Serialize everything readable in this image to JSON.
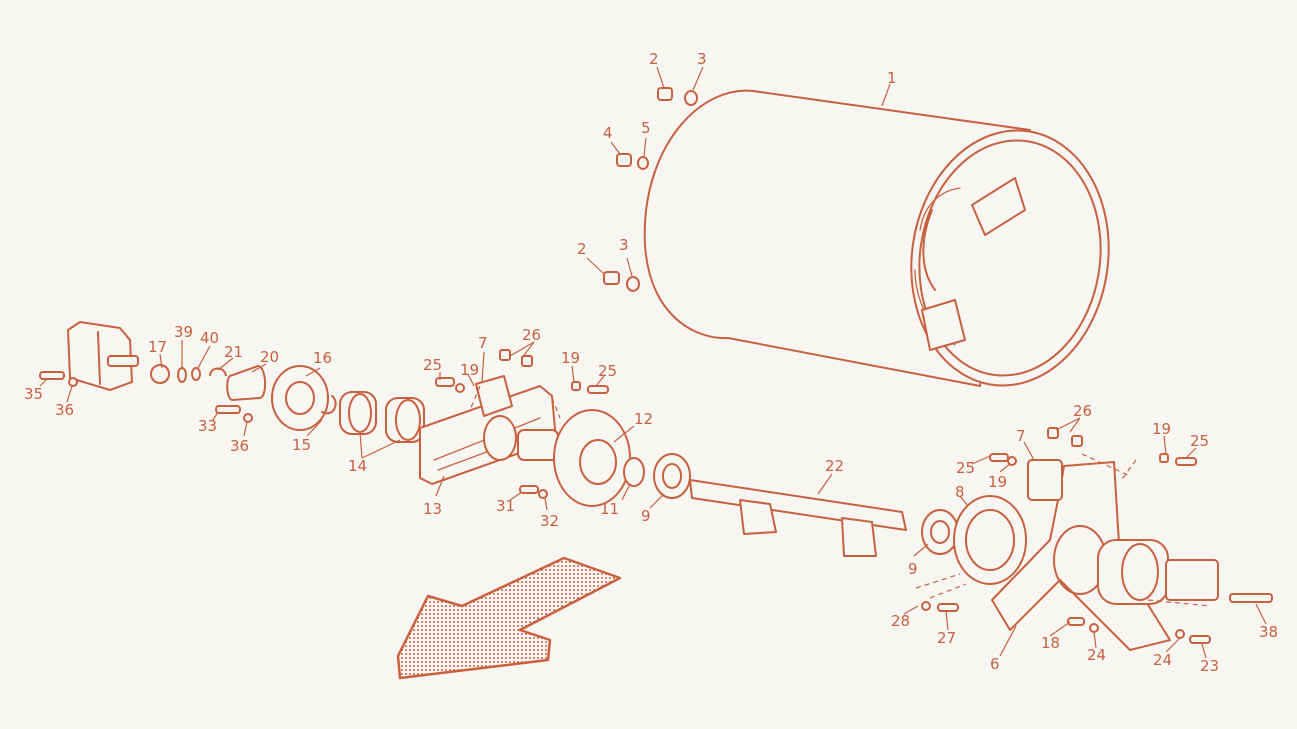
{
  "colors": {
    "line": "#c8613e",
    "background": "#f7f6f3"
  },
  "part_labels": [
    {
      "id": "p1",
      "text": "1"
    },
    {
      "id": "p2a",
      "text": "2"
    },
    {
      "id": "p3a",
      "text": "3"
    },
    {
      "id": "p4",
      "text": "4"
    },
    {
      "id": "p5",
      "text": "5"
    },
    {
      "id": "p2b",
      "text": "2"
    },
    {
      "id": "p3b",
      "text": "3"
    },
    {
      "id": "p39",
      "text": "39"
    },
    {
      "id": "p40",
      "text": "40"
    },
    {
      "id": "p17",
      "text": "17"
    },
    {
      "id": "p21",
      "text": "21"
    },
    {
      "id": "p20",
      "text": "20"
    },
    {
      "id": "p16",
      "text": "16"
    },
    {
      "id": "p35",
      "text": "35"
    },
    {
      "id": "p36a",
      "text": "36"
    },
    {
      "id": "p33",
      "text": "33"
    },
    {
      "id": "p36b",
      "text": "36"
    },
    {
      "id": "p15",
      "text": "15"
    },
    {
      "id": "p14",
      "text": "14"
    },
    {
      "id": "p7a",
      "text": "7"
    },
    {
      "id": "p26a",
      "text": "26"
    },
    {
      "id": "p25a",
      "text": "25"
    },
    {
      "id": "p19a",
      "text": "19"
    },
    {
      "id": "p19b",
      "text": "19"
    },
    {
      "id": "p25b",
      "text": "25"
    },
    {
      "id": "p12",
      "text": "12"
    },
    {
      "id": "p13",
      "text": "13"
    },
    {
      "id": "p31",
      "text": "31"
    },
    {
      "id": "p32",
      "text": "32"
    },
    {
      "id": "p11",
      "text": "11"
    },
    {
      "id": "p9a",
      "text": "9"
    },
    {
      "id": "p22",
      "text": "22"
    },
    {
      "id": "p9b",
      "text": "9"
    },
    {
      "id": "p8",
      "text": "8"
    },
    {
      "id": "p7b",
      "text": "7"
    },
    {
      "id": "p26b",
      "text": "26"
    },
    {
      "id": "p25c",
      "text": "25"
    },
    {
      "id": "p19c",
      "text": "19"
    },
    {
      "id": "p19d",
      "text": "19"
    },
    {
      "id": "p25d",
      "text": "25"
    },
    {
      "id": "p28",
      "text": "28"
    },
    {
      "id": "p27",
      "text": "27"
    },
    {
      "id": "p6",
      "text": "6"
    },
    {
      "id": "p18",
      "text": "18"
    },
    {
      "id": "p24a",
      "text": "24"
    },
    {
      "id": "p24b",
      "text": "24"
    },
    {
      "id": "p23",
      "text": "23"
    },
    {
      "id": "p38",
      "text": "38"
    }
  ]
}
